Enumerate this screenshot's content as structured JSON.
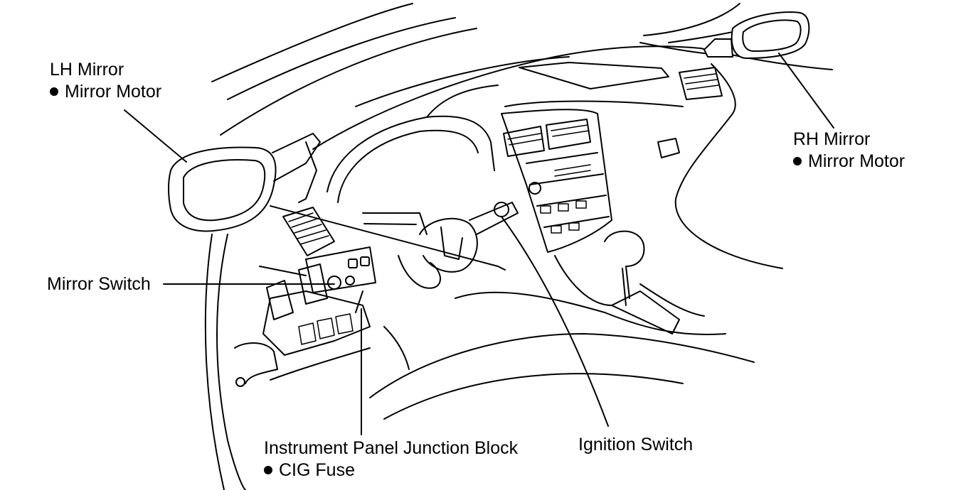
{
  "diagram": {
    "labels": {
      "lh_mirror": {
        "title": "LH Mirror",
        "item": "Mirror Motor"
      },
      "rh_mirror": {
        "title": "RH Mirror",
        "item": "Mirror Motor"
      },
      "mirror_switch": {
        "title": "Mirror Switch"
      },
      "junction_block": {
        "title": "Instrument Panel Junction Block",
        "item": "CIG Fuse"
      },
      "ignition_switch": {
        "title": "Ignition Switch"
      }
    },
    "colors": {
      "ink": "#000000",
      "paper": "#ffffff"
    }
  }
}
